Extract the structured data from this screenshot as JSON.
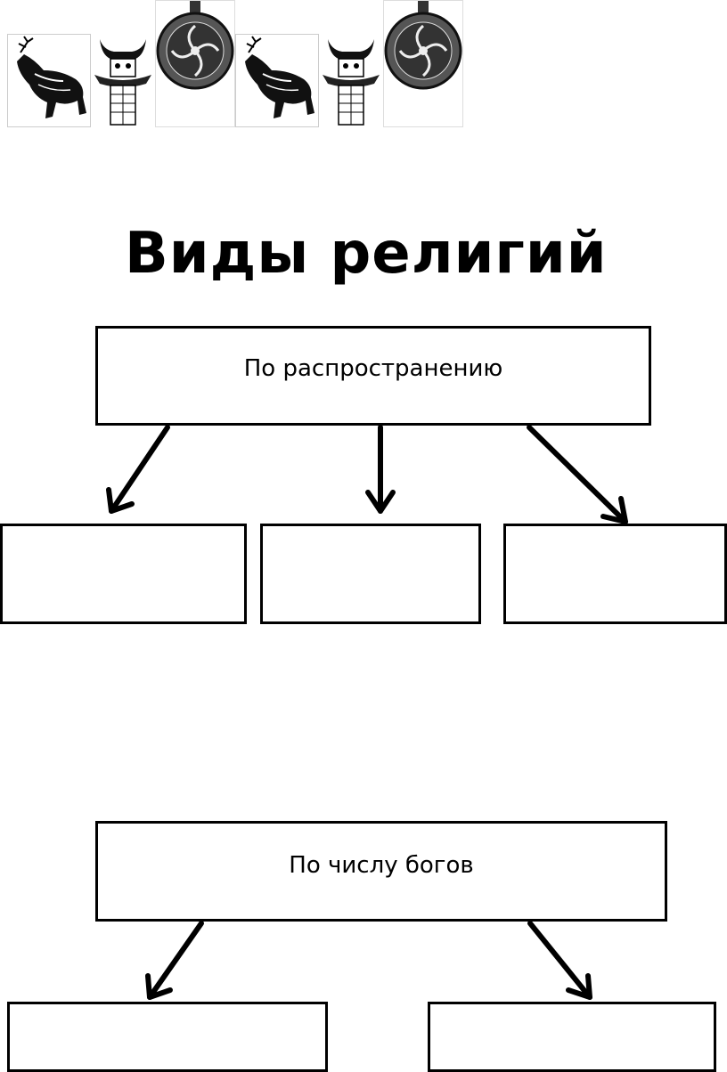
{
  "page": {
    "title": "Виды религий",
    "colors": {
      "ink": "#000000",
      "paper": "#ffffff",
      "accent_mark": "#c070d0"
    }
  },
  "header_images": [
    {
      "icon": "deer-icon"
    },
    {
      "icon": "idol-icon"
    },
    {
      "icon": "amulet-icon"
    },
    {
      "icon": "deer-icon"
    },
    {
      "icon": "idol-icon"
    },
    {
      "icon": "amulet-icon"
    }
  ],
  "diagram_top": {
    "label": "По распространению",
    "children": [
      "",
      "",
      ""
    ]
  },
  "diagram_bottom": {
    "label": "По числу богов",
    "children": [
      "",
      ""
    ]
  }
}
